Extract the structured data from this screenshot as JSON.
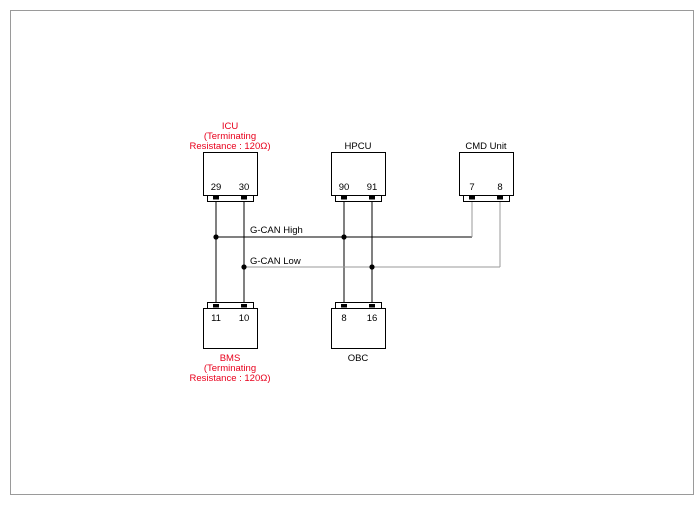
{
  "colors": {
    "label_red": "#e8001c",
    "high_wire": "#000000",
    "low_wire": "#9a9a9a",
    "frame": "#9a9a9a"
  },
  "modules": {
    "icu": {
      "name": "ICU",
      "note1": "(Terminating",
      "note2": "Resistance : 120Ω)",
      "pin_a": "29",
      "pin_b": "30"
    },
    "hpcu": {
      "name": "HPCU",
      "pin_a": "90",
      "pin_b": "91"
    },
    "cmd": {
      "name": "CMD Unit",
      "pin_a": "7",
      "pin_b": "8"
    },
    "bms": {
      "name": "BMS",
      "note1": "(Terminating",
      "note2": "Resistance : 120Ω)",
      "pin_a": "11",
      "pin_b": "10"
    },
    "obc": {
      "name": "OBC",
      "pin_a": "8",
      "pin_b": "16"
    }
  },
  "wires": {
    "high": "G-CAN High",
    "low": "G-CAN Low"
  }
}
